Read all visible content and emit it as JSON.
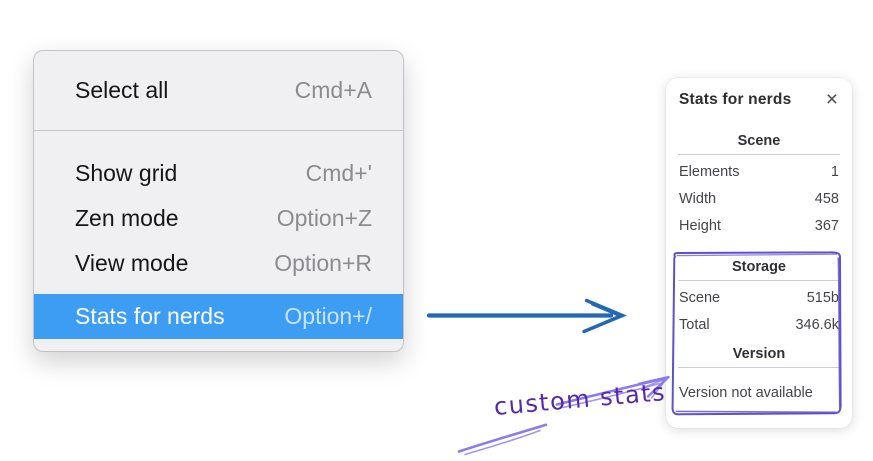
{
  "menu": {
    "sections": [
      {
        "items": [
          {
            "label": "Select all",
            "shortcut": "Cmd+A"
          }
        ]
      },
      {
        "items": [
          {
            "label": "Show grid",
            "shortcut": "Cmd+'"
          },
          {
            "label": "Zen mode",
            "shortcut": "Option+Z"
          },
          {
            "label": "View mode",
            "shortcut": "Option+R"
          },
          {
            "label": "Stats for nerds",
            "shortcut": "Option+/",
            "highlighted": true
          }
        ]
      }
    ]
  },
  "stats_panel": {
    "title": "Stats for nerds",
    "close_icon": "×",
    "scene": {
      "header": "Scene",
      "rows": [
        {
          "label": "Elements",
          "value": "1"
        },
        {
          "label": "Width",
          "value": "458"
        },
        {
          "label": "Height",
          "value": "367"
        }
      ]
    },
    "storage": {
      "header": "Storage",
      "rows": [
        {
          "label": "Scene",
          "value": "515b"
        },
        {
          "label": "Total",
          "value": "346.6k"
        }
      ]
    },
    "version": {
      "header": "Version",
      "note": "Version not available"
    }
  },
  "annotation": {
    "label": "custom stats"
  },
  "colors": {
    "menu_highlight": "#3d9df3",
    "menu_bg": "#f0f0f2",
    "blue_arrow": "#2268b5",
    "annotation_arrow": "#8a7bee",
    "annotation_text": "#5529ad",
    "highlight_box": "#5f50cf"
  }
}
